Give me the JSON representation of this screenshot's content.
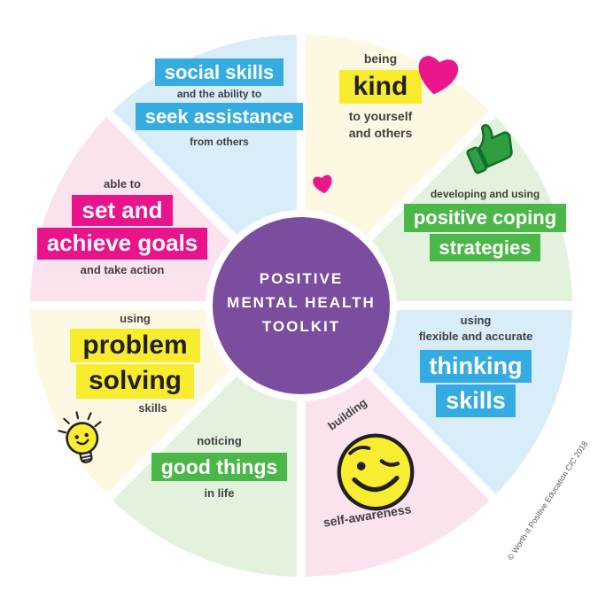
{
  "title": "Positive Mental Health Toolkit wheel",
  "center": {
    "lines": [
      "POSITIVE",
      "MENTAL HEALTH",
      "TOOLKIT"
    ]
  },
  "segments": {
    "social": {
      "line1": "social skills",
      "line2": "and the ability to",
      "line3": "seek assistance",
      "line4": "from others"
    },
    "kind": {
      "line1": "being",
      "line2": "kind",
      "line3": "to yourself",
      "line4": "and others"
    },
    "coping": {
      "line1": "developing and using",
      "line2": "positive coping",
      "line3": "strategies"
    },
    "thinking": {
      "line1": "using",
      "line2": "flexible and accurate",
      "line3": "thinking",
      "line4": "skills"
    },
    "awareness": {
      "line1": "building",
      "line2": "self-awareness"
    },
    "goodthings": {
      "line1": "noticing",
      "line2": "good things",
      "line3": "in life"
    },
    "problem": {
      "line1": "using",
      "line2": "problem",
      "line3": "solving",
      "line4": "skills"
    },
    "goals": {
      "line1": "able to",
      "line2": "set and",
      "line3": "achieve goals",
      "line4": "and take action"
    }
  },
  "footer": {
    "copyright": "© Worth-It Positive Education CIC 2018"
  },
  "icons": {
    "heart": "heart-icon",
    "small_heart": "small-heart-icon",
    "thumbs_up": "thumbs-up-icon",
    "smiley_wink": "winking-smiley-icon",
    "lightbulb": "lightbulb-icon"
  },
  "colors": {
    "segment_blue": "#d9edf8",
    "segment_cream": "#fdf8e1",
    "segment_green": "#e3f2dc",
    "segment_pink": "#fbe2ef",
    "highlight_blue": "#35ace1",
    "highlight_green": "#4bb749",
    "highlight_yellow": "#f7ec2e",
    "highlight_magenta": "#e9138c",
    "center_purple": "#7a4d9e",
    "heart_pink": "#ec168c",
    "smiley_yellow": "#f9ed32",
    "thumb_green": "#2e9e41",
    "text_dark": "#414042"
  }
}
